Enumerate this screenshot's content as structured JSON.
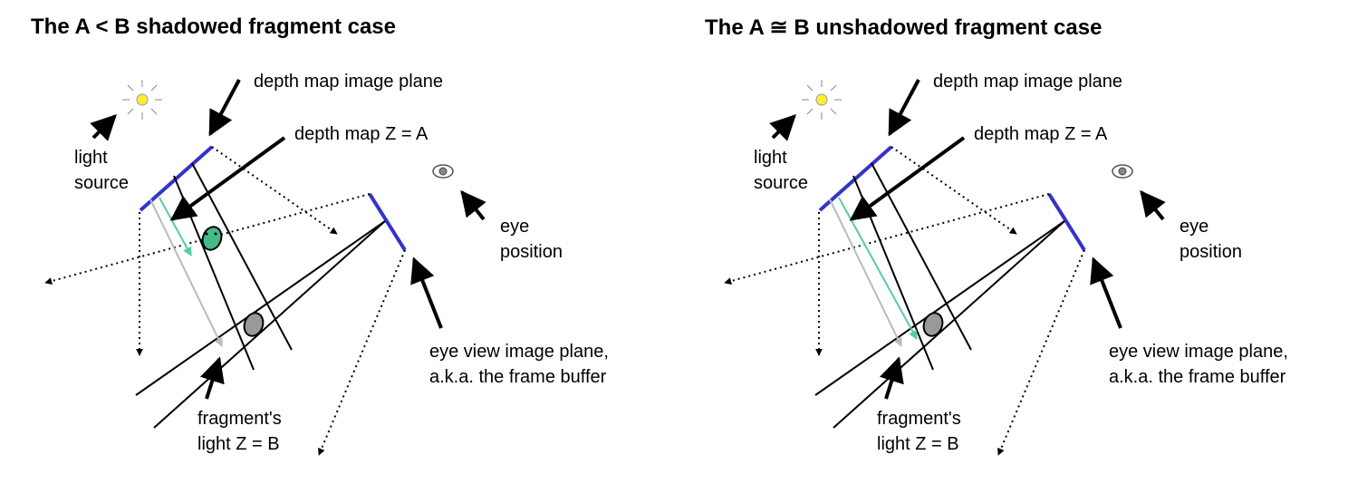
{
  "panels": [
    {
      "title": "The A < B shadowed fragment case",
      "labels": {
        "depth_map_plane": "depth map image plane",
        "depth_map_z": "depth map Z  = A",
        "light_line1": "light",
        "light_line2": "source",
        "eye_line1": "eye",
        "eye_line2": "position",
        "eye_plane_line1": "eye view image plane,",
        "eye_plane_line2": "a.k.a. the frame buffer",
        "frag_line1": "fragment's",
        "frag_line2": "light Z = B"
      }
    },
    {
      "title": "The A ≅ B unshadowed fragment case",
      "labels": {
        "depth_map_plane": "depth map image plane",
        "depth_map_z": "depth map Z  = A",
        "light_line1": "light",
        "light_line2": "source",
        "eye_line1": "eye",
        "eye_line2": "position",
        "eye_plane_line1": "eye view image plane,",
        "eye_plane_line2": "a.k.a. the frame buffer",
        "frag_line1": "fragment's",
        "frag_line2": "light Z = B"
      }
    }
  ],
  "colors": {
    "plane": "#3333cc",
    "depth_ray": "#55ccaa",
    "light_ray": "#bbbbbb",
    "green_fragment": "#44bb88",
    "gray_fragment": "#999999",
    "sun_fill": "#ffee33",
    "ink": "#000000"
  },
  "icons": [
    "sun-icon",
    "eye-icon"
  ]
}
